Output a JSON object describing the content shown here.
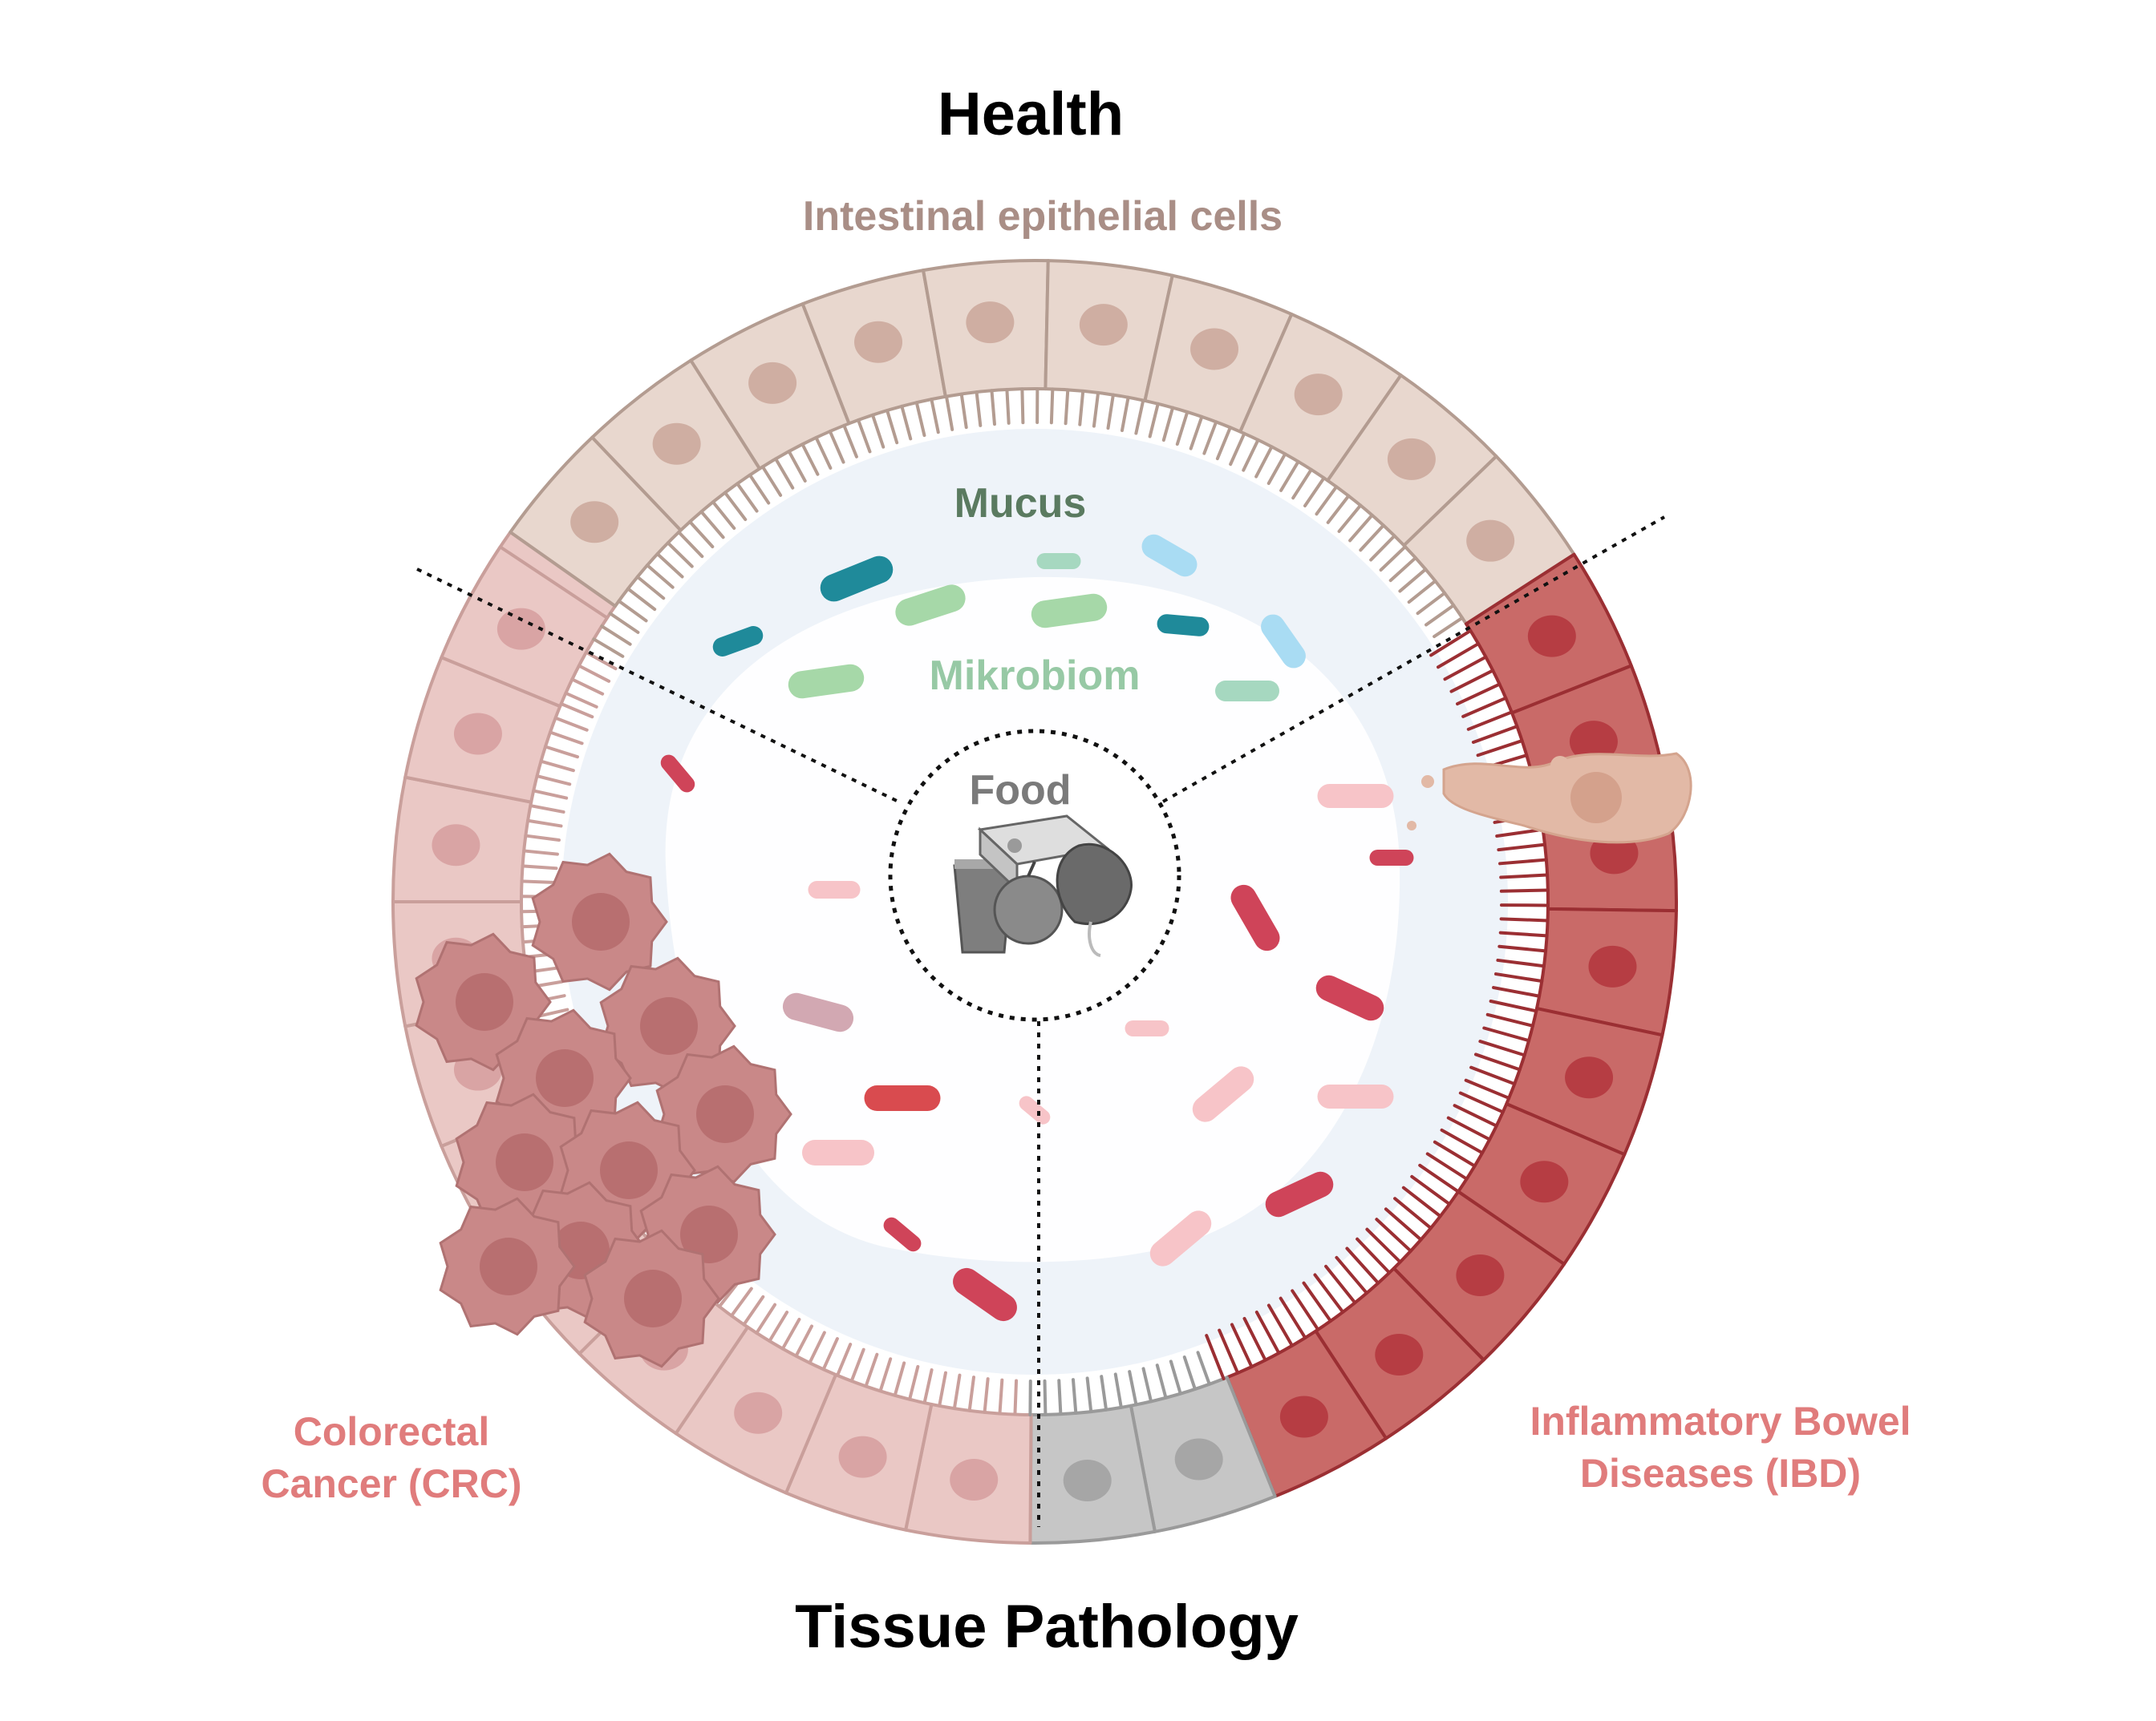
{
  "title_top": "Health",
  "title_bottom": "Tissue Pathology",
  "labels": {
    "epithelial": "Intestinal epithelial cells",
    "mucus": "Mucus",
    "microbiome": "Mikrobiom",
    "food": "Food",
    "crc_line1": "Colorectal",
    "crc_line2": "Cancer (CRC)",
    "ibd_line1": "Inflammatory Bowel",
    "ibd_line2": "Diseases (IBD)"
  },
  "colors": {
    "title": "#000000",
    "epithelial_label": "#a98e86",
    "mucus_label": "#5a7a60",
    "microbiome_label": "#97c9a5",
    "food_label": "#7a7a7a",
    "disease_label": "#e07c7c",
    "healthy_cell": "#e8d7ce",
    "healthy_nucleus": "#cfaea2",
    "crc_cell": "#eac8c5",
    "crc_tumor": "#c98888",
    "ibd_cell": "#c96a68",
    "ibd_nucleus": "#b63d43",
    "grey_cell": "#c6c6c6",
    "mucus_fill": "#eef3f9"
  },
  "icons": [
    "food-glass-icon",
    "food-cheese-icon",
    "food-apple-icon",
    "food-spinach-icon"
  ]
}
